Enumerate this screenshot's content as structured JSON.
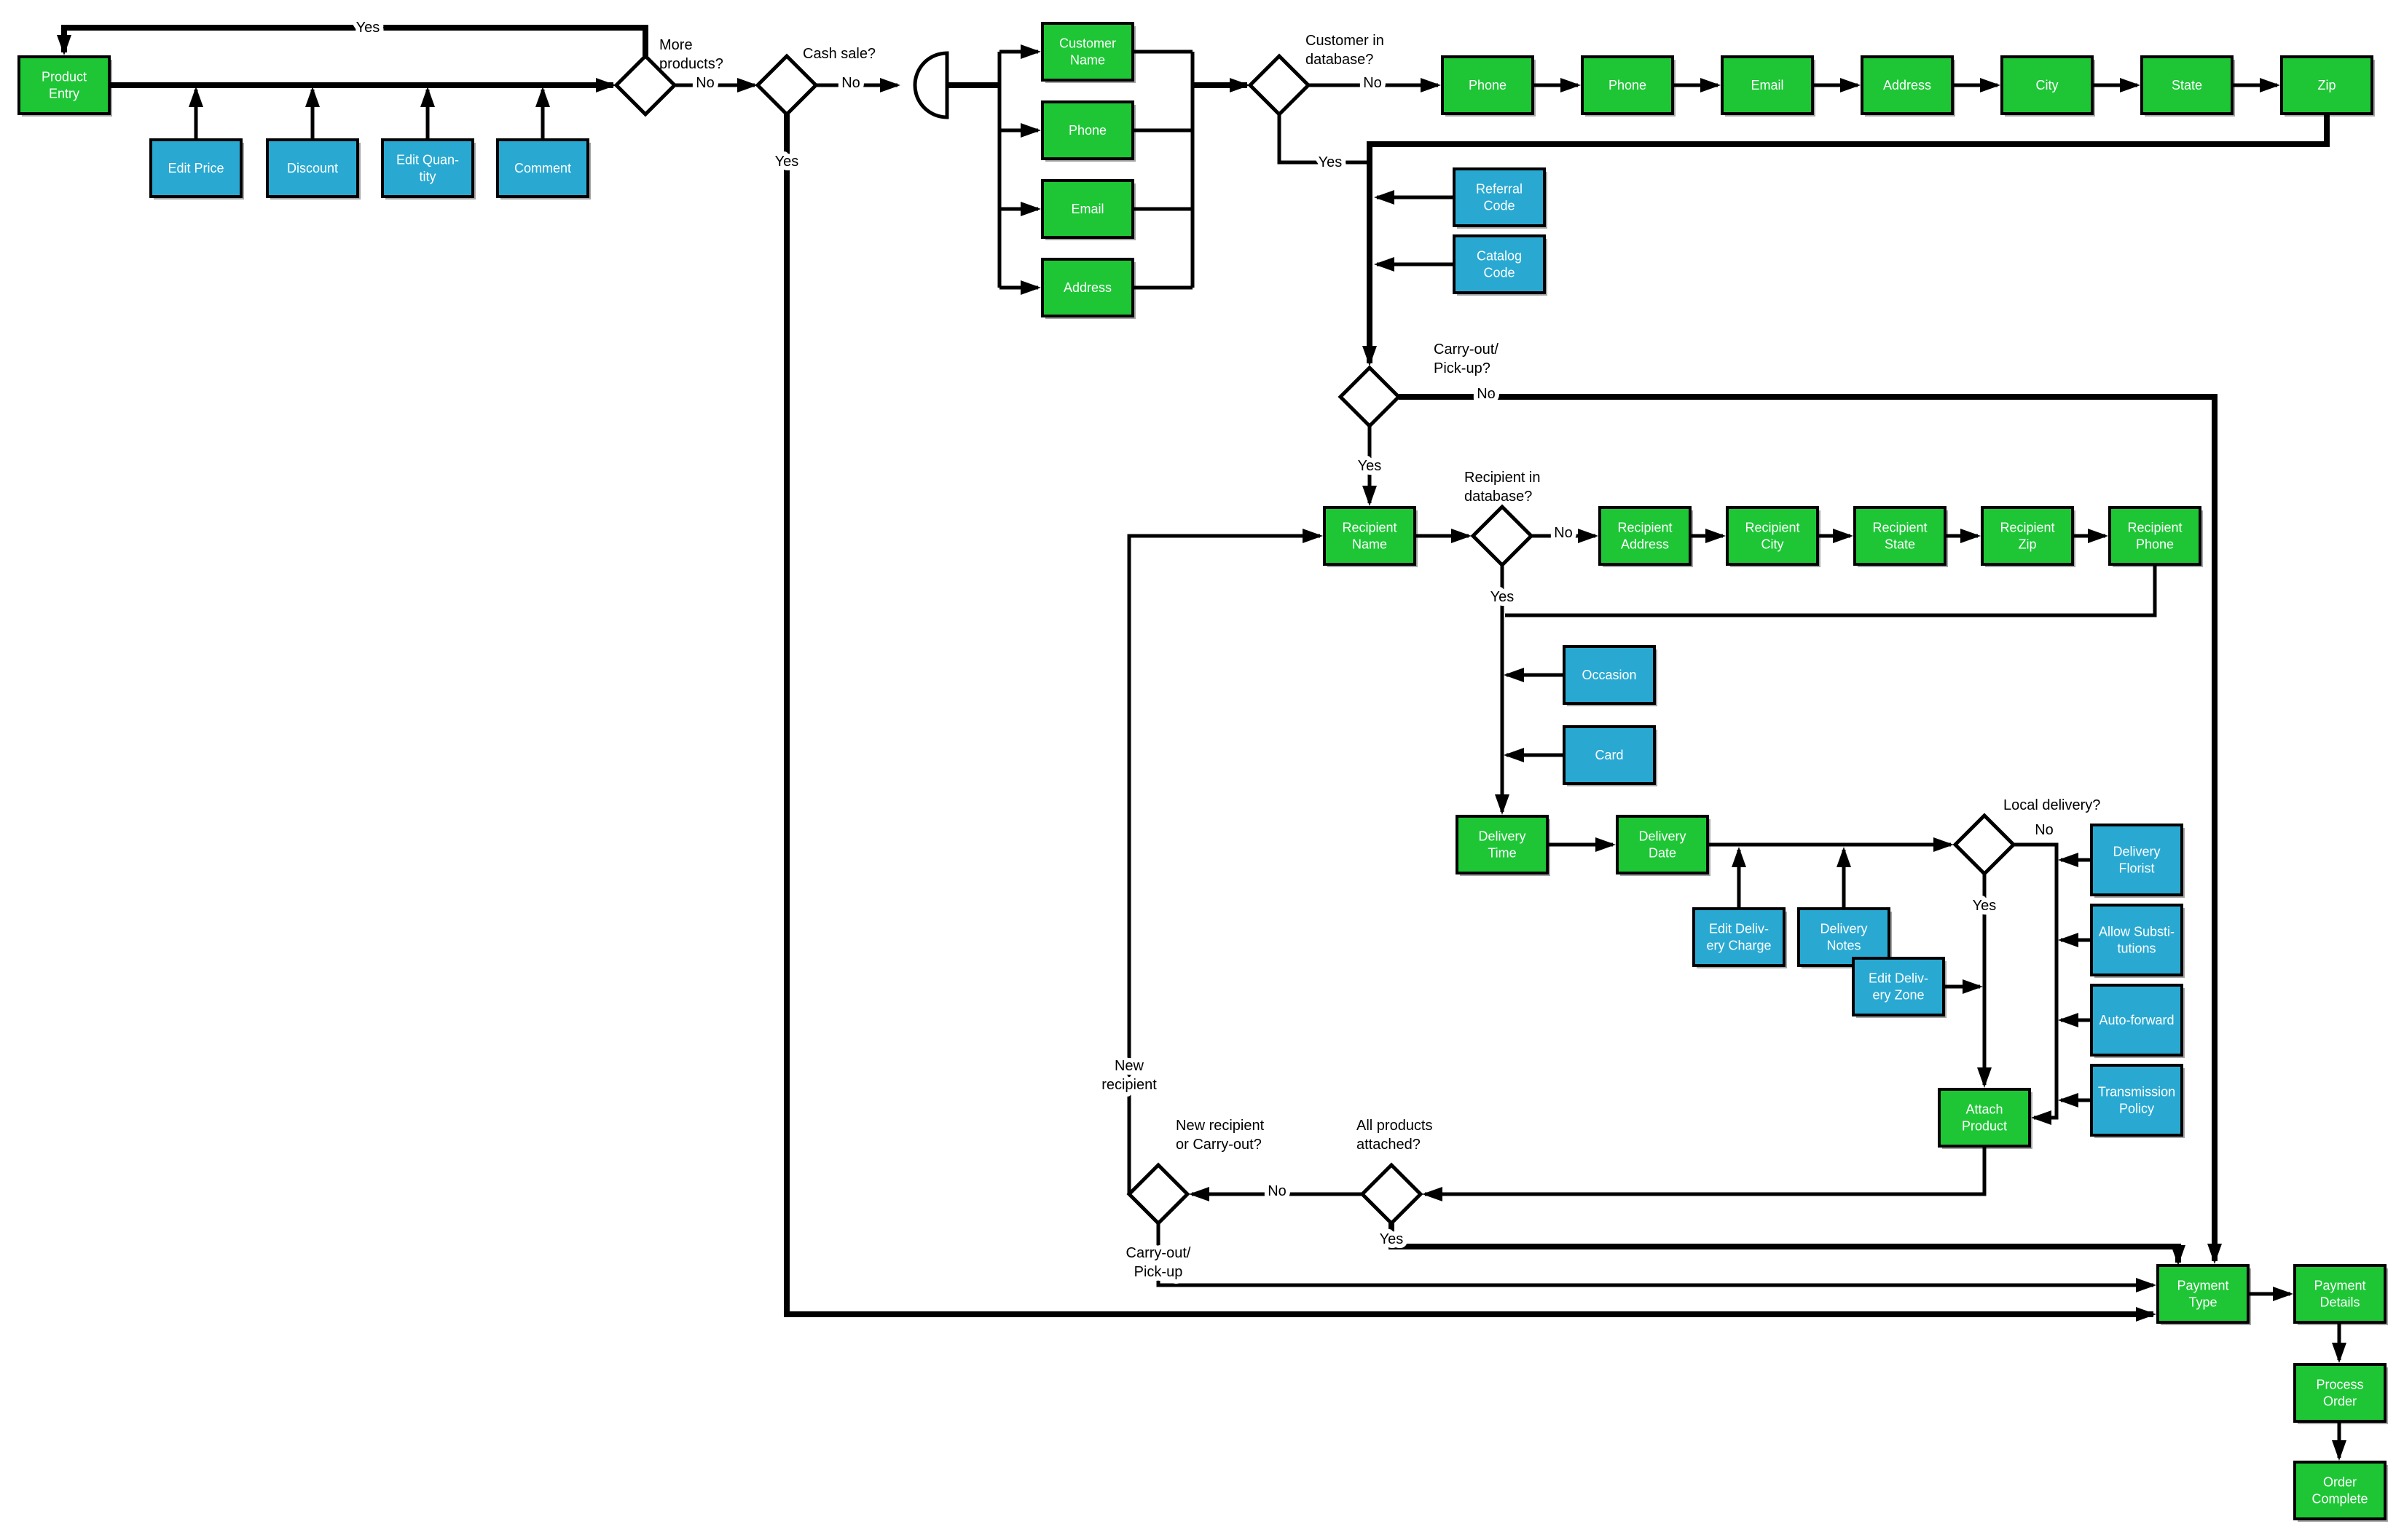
{
  "title": "Order entry flowchart",
  "colors": {
    "process_fill": "#1ec636",
    "input_fill": "#29a9d2",
    "decision_fill": "#ffffff",
    "line": "#000000",
    "node_text": "#ffffff",
    "label_text": "#000000",
    "background": "#ffffff"
  },
  "nodes": {
    "product_entry": {
      "label": "Product\nEntry",
      "kind": "process"
    },
    "edit_price": {
      "label": "Edit Price",
      "kind": "input"
    },
    "discount": {
      "label": "Discount",
      "kind": "input"
    },
    "edit_quantity": {
      "label": "Edit Quan-\ntity",
      "kind": "input"
    },
    "comment": {
      "label": "Comment",
      "kind": "input"
    },
    "customer_name": {
      "label": "Customer\nName",
      "kind": "process"
    },
    "cust_phone": {
      "label": "Phone",
      "kind": "process"
    },
    "cust_email": {
      "label": "Email",
      "kind": "process"
    },
    "cust_address": {
      "label": "Address",
      "kind": "process"
    },
    "db_phone1": {
      "label": "Phone",
      "kind": "process"
    },
    "db_phone2": {
      "label": "Phone",
      "kind": "process"
    },
    "db_email": {
      "label": "Email",
      "kind": "process"
    },
    "db_address": {
      "label": "Address",
      "kind": "process"
    },
    "db_city": {
      "label": "City",
      "kind": "process"
    },
    "db_state": {
      "label": "State",
      "kind": "process"
    },
    "db_zip": {
      "label": "Zip",
      "kind": "process"
    },
    "referral_code": {
      "label": "Referral\nCode",
      "kind": "input"
    },
    "catalog_code": {
      "label": "Catalog\nCode",
      "kind": "input"
    },
    "recipient_name": {
      "label": "Recipient\nName",
      "kind": "process"
    },
    "rec_address": {
      "label": "Recipient\nAddress",
      "kind": "process"
    },
    "rec_city": {
      "label": "Recipient\nCity",
      "kind": "process"
    },
    "rec_state": {
      "label": "Recipient\nState",
      "kind": "process"
    },
    "rec_zip": {
      "label": "Recipient\nZip",
      "kind": "process"
    },
    "rec_phone": {
      "label": "Recipient\nPhone",
      "kind": "process"
    },
    "occasion": {
      "label": "Occasion",
      "kind": "input"
    },
    "card": {
      "label": "Card",
      "kind": "input"
    },
    "delivery_time": {
      "label": "Delivery\nTime",
      "kind": "process"
    },
    "delivery_date": {
      "label": "Delivery\nDate",
      "kind": "process"
    },
    "edit_delivery_charge": {
      "label": "Edit Deliv-\nery Charge",
      "kind": "input"
    },
    "delivery_notes": {
      "label": "Delivery\nNotes",
      "kind": "input"
    },
    "edit_delivery_zone": {
      "label": "Edit Deliv-\nery Zone",
      "kind": "input"
    },
    "delivery_florist": {
      "label": "Delivery\nFlorist",
      "kind": "input"
    },
    "allow_substitutions": {
      "label": "Allow Substi-\ntutions",
      "kind": "input"
    },
    "auto_forward": {
      "label": "Auto-forward",
      "kind": "input"
    },
    "transmission_policy": {
      "label": "Transmission\nPolicy",
      "kind": "input"
    },
    "attach_product": {
      "label": "Attach\nProduct",
      "kind": "process"
    },
    "payment_type": {
      "label": "Payment\nType",
      "kind": "process"
    },
    "payment_details": {
      "label": "Payment\nDetails",
      "kind": "process"
    },
    "process_order": {
      "label": "Process\nOrder",
      "kind": "process"
    },
    "order_complete": {
      "label": "Order\nComplete",
      "kind": "process"
    }
  },
  "decisions": {
    "more_products": {
      "question": "More\nproducts?"
    },
    "cash_sale": {
      "question": "Cash sale?"
    },
    "customer_in_db": {
      "question": "Customer in\ndatabase?"
    },
    "carry_out": {
      "question": "Carry-out/\nPick-up?"
    },
    "recipient_in_db": {
      "question": "Recipient in\ndatabase?"
    },
    "local_delivery": {
      "question": "Local delivery?"
    },
    "all_attached": {
      "question": "All products\nattached?"
    },
    "new_recipient": {
      "question": "New recipient\nor Carry-out?"
    }
  },
  "edge_labels": {
    "loop_yes": "Yes",
    "more_no": "No",
    "cash_no": "No",
    "cash_yes": "Yes",
    "custdb_no": "No",
    "custdb_yes": "Yes",
    "carry_no": "No",
    "carry_yes": "Yes",
    "recdb_no": "No",
    "recdb_yes": "Yes",
    "local_no": "No",
    "local_yes": "Yes",
    "allatt_no": "No",
    "allatt_yes": "Yes",
    "newrecip_path": "New\nrecipient",
    "carryout_path": "Carry-out/\nPick-up"
  }
}
